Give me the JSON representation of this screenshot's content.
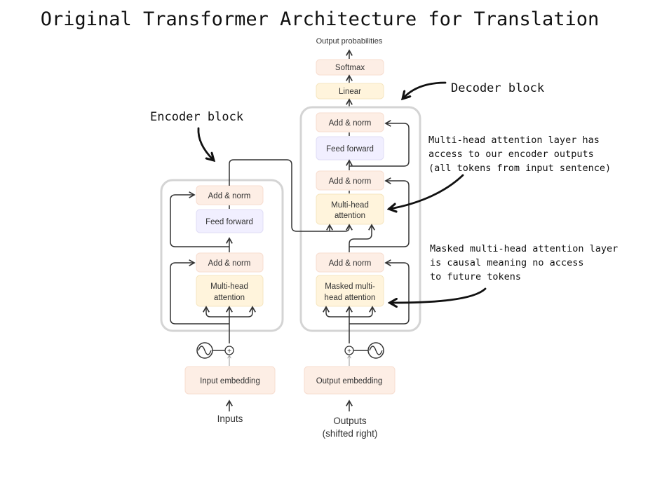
{
  "title": "Original Transformer Architecture for Translation",
  "output_probabilities": "Output probabilities",
  "encoder_label": "Encoder block",
  "decoder_label": "Decoder block",
  "encoder": {
    "add_norm_top": "Add & norm",
    "feed_forward": "Feed forward",
    "add_norm_bottom": "Add & norm",
    "attention": [
      "Multi-head",
      "attention"
    ],
    "embedding": "Input embedding",
    "input_label": "Inputs"
  },
  "decoder": {
    "softmax": "Softmax",
    "linear": "Linear",
    "add_norm_top": "Add & norm",
    "feed_forward": "Feed forward",
    "add_norm_mid": "Add & norm",
    "cross_attention": [
      "Multi-head",
      "attention"
    ],
    "add_norm_bottom": "Add & norm",
    "masked_attention": [
      "Masked multi-",
      "head attention"
    ],
    "embedding": "Output embedding",
    "output_label": [
      "Outputs",
      "(shifted right)"
    ]
  },
  "annotations": {
    "cross_attention": [
      "Multi-head attention layer has",
      "access to our encoder outputs",
      "(all tokens from input sentence)"
    ],
    "masked_attention": [
      "Masked multi-head attention layer",
      "is causal meaning no access",
      "to future tokens"
    ]
  },
  "plus_symbol": "+"
}
